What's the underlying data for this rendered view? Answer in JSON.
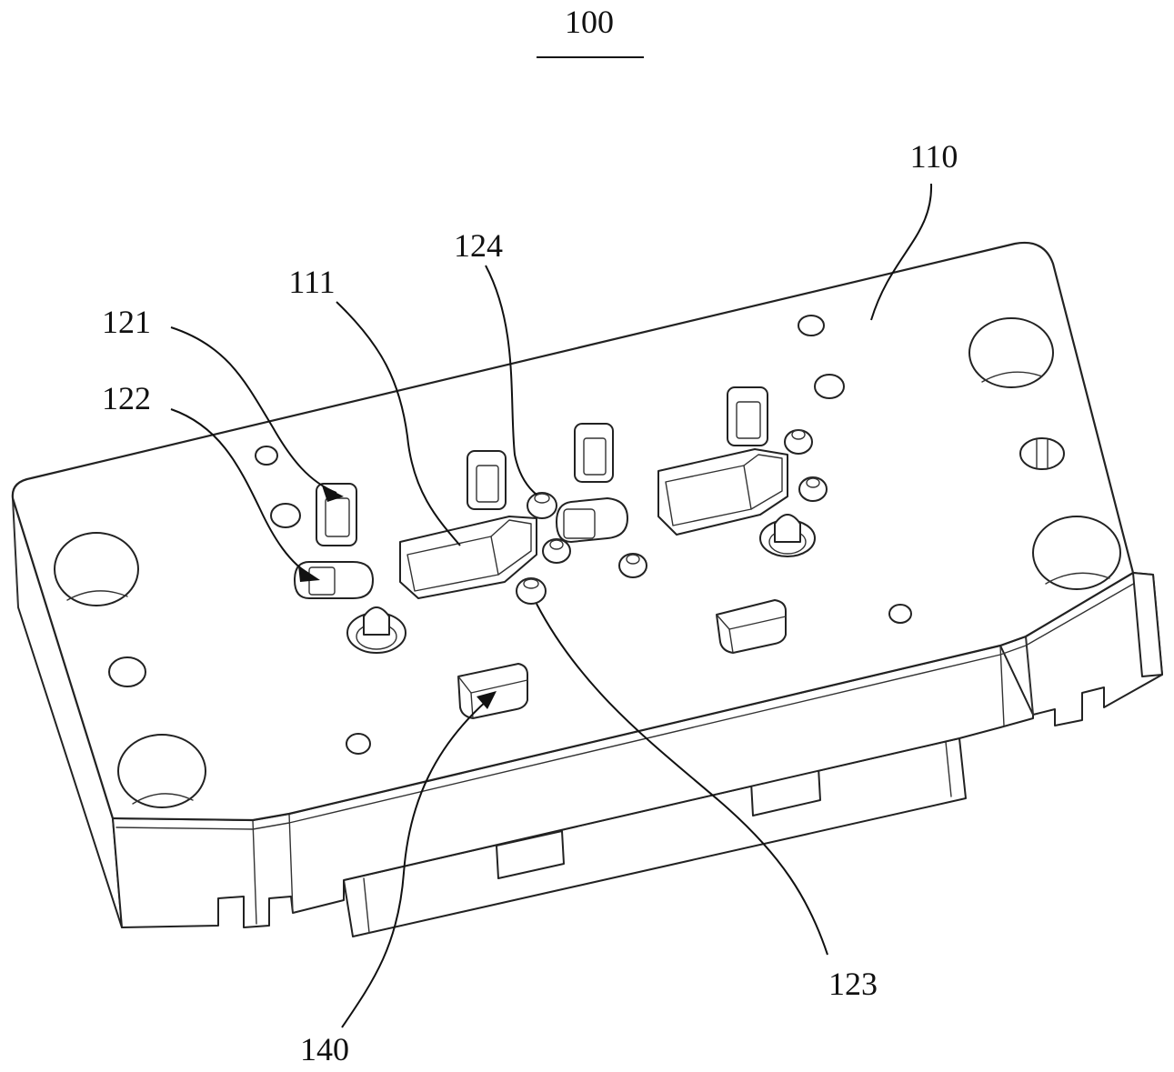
{
  "figure": {
    "reference": "100",
    "labels": {
      "l110": "110",
      "l111": "111",
      "l121": "121",
      "l122": "122",
      "l123": "123",
      "l124": "124",
      "l140": "140"
    }
  }
}
